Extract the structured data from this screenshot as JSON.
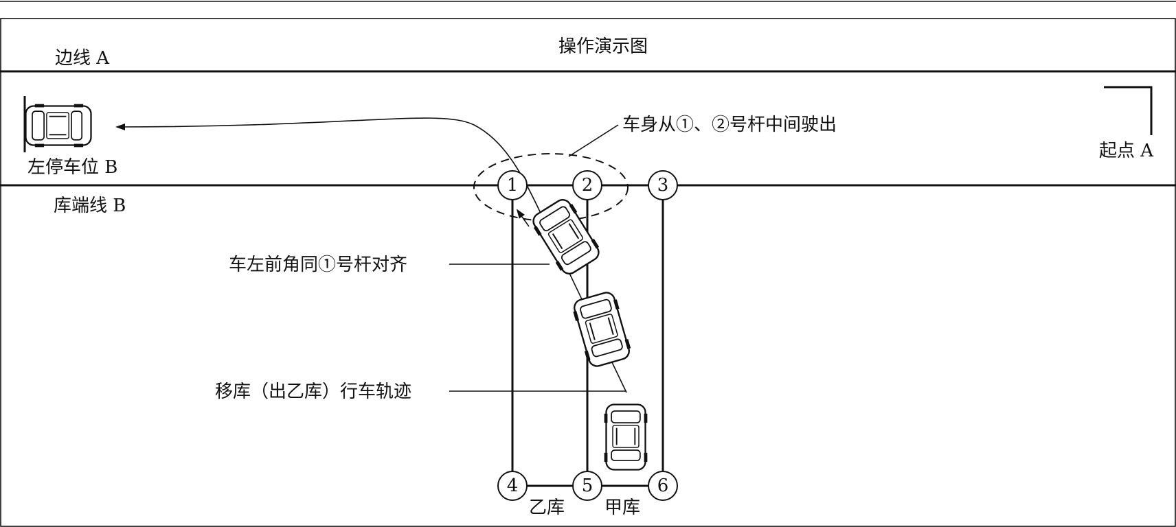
{
  "title": "操作演示图",
  "labels": {
    "side_line_a": "边线 A",
    "start_point_a": "起点 A",
    "left_parking_b": "左停车位 B",
    "garage_end_line_b": "库端线 B",
    "exit_note": "车身从①、②号杆中间驶出",
    "align_note": "车左前角同①号杆对齐",
    "trajectory_note": "移库（出乙库）行车轨迹",
    "garage_yi": "乙库",
    "garage_jia": "甲库"
  },
  "poles": [
    "1",
    "2",
    "3",
    "4",
    "5",
    "6"
  ],
  "icons": {
    "car": "car-topview-icon",
    "arrow": "arrow-left-icon"
  },
  "colors": {
    "line": "#111111",
    "background": "#ffffff"
  }
}
